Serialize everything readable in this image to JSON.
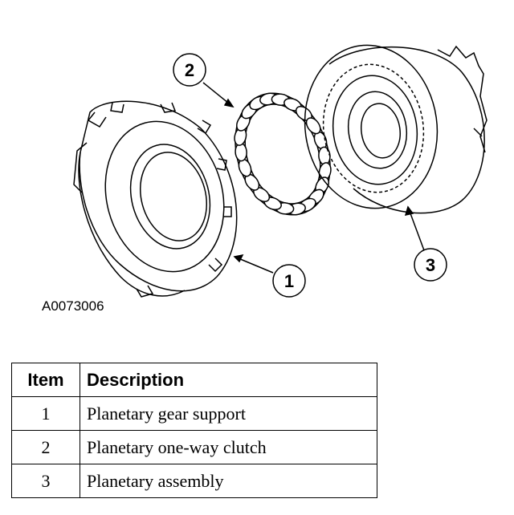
{
  "figure": {
    "id": "A0073006",
    "callouts": [
      "1",
      "2",
      "3"
    ]
  },
  "table": {
    "headers": {
      "item": "Item",
      "description": "Description"
    },
    "rows": [
      {
        "item": "1",
        "description": "Planetary gear support"
      },
      {
        "item": "2",
        "description": "Planetary one-way clutch"
      },
      {
        "item": "3",
        "description": "Planetary assembly"
      }
    ]
  }
}
